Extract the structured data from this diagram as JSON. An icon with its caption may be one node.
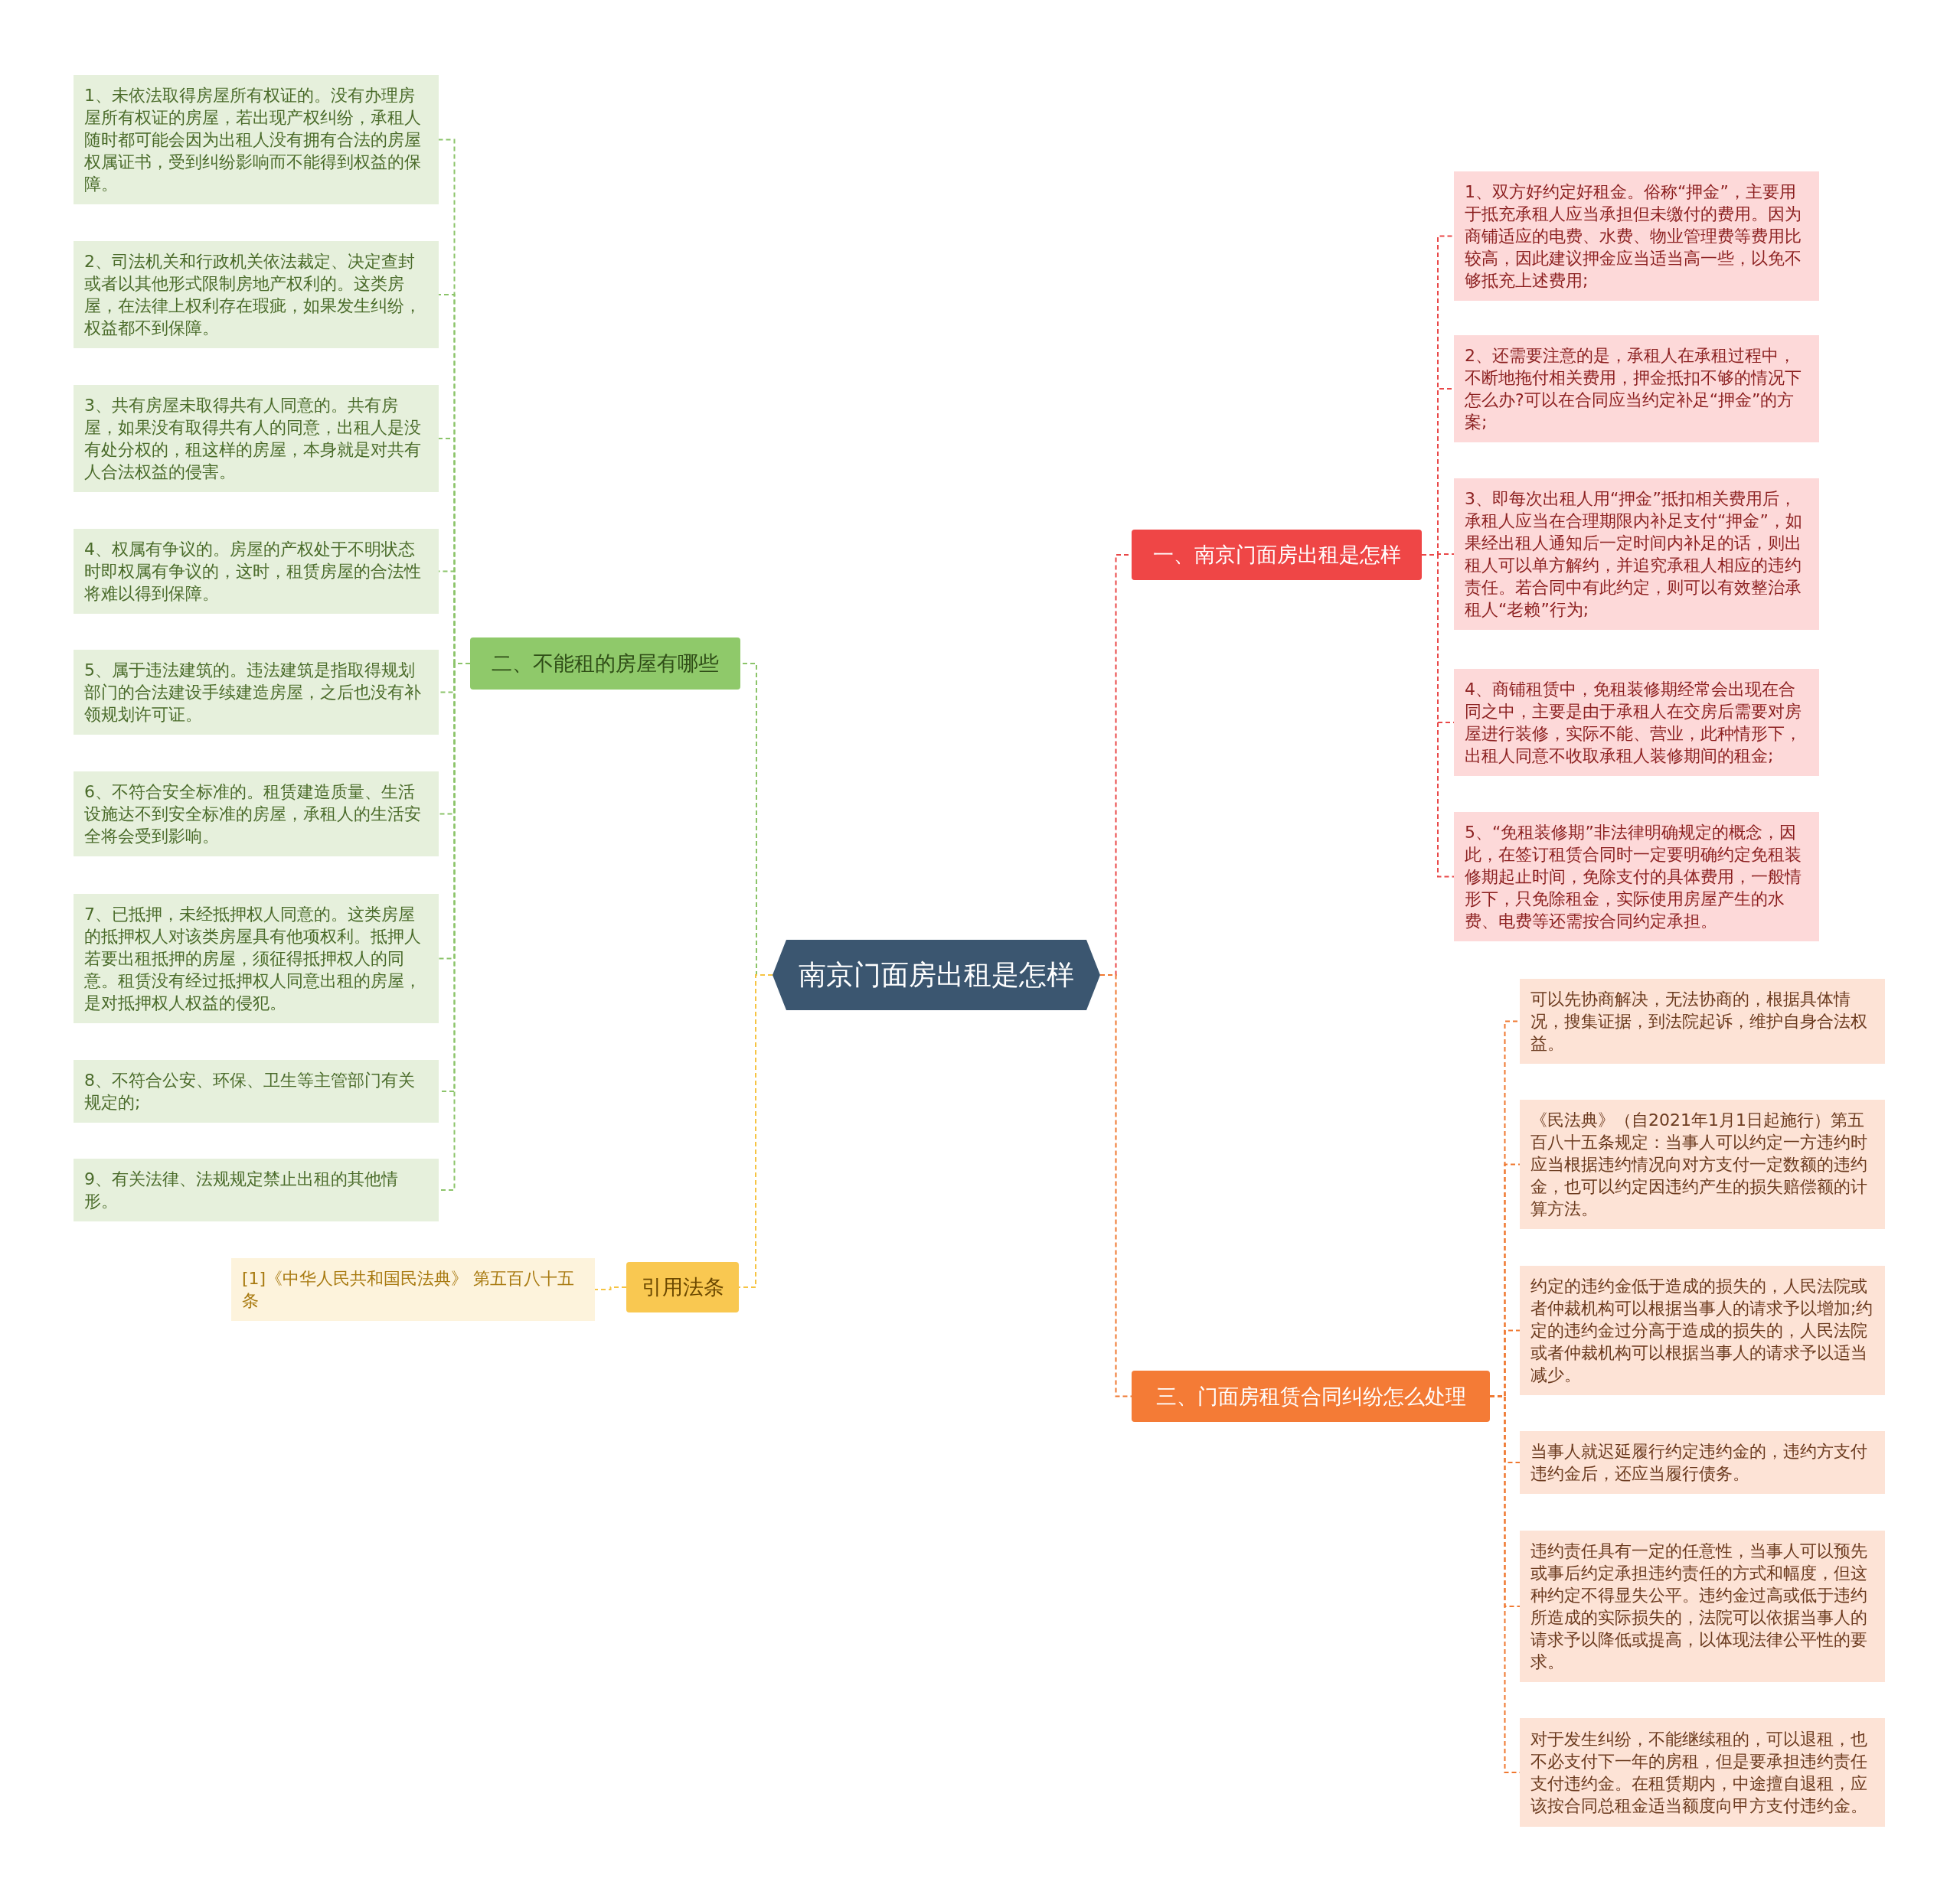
{
  "diagram": {
    "nodes": [
      {
        "text": [
          "南京门面房出租是怎样"
        ]
      },
      {
        "text": [
          "一、南京门面房出租是怎样"
        ]
      },
      {
        "text": [
          "1、双方好约定好租金。俗称“押金”，主要用于抵充承租人应当承担但未缴付的费用。因为商铺适应的电费、水费、物业管理费等费用比较高，因此建议押金应当适当高一些，以免不够抵充上述费用;"
        ]
      },
      {
        "text": [
          "2、还需要注意的是，承租人在承租过程中，不断地拖付相关费用，押金抵扣不够的情况下怎么办?可以在合同应当约定补足“押金”的方案;"
        ]
      },
      {
        "text": [
          "3、即每次出租人用“押金”抵扣相关费用后，承租人应当在合理期限内补足支付“押金”，如果经出租人通知后一定时间内补足的话，则出租人可以单方解约，并追究承租人相应的违约责任。若合同中有此约定，则可以有效整治承租人“老赖”行为;"
        ]
      },
      {
        "text": [
          "4、商铺租赁中，免租装修期经常会出现在合同之中，主要是由于承租人在交房后需要对房屋进行装修，实际不能、营业，此种情形下，出租人同意不收取承租人装修期间的租金;"
        ]
      },
      {
        "text": [
          "5、“免租装修期”非法律明确规定的概念，因此，在签订租赁合同时一定要明确约定免租装修期起止时间，免除支付的具体费用，一般情形下，只免除租金，实际使用房屋产生的水费、电费等还需按合同约定承担。"
        ]
      },
      {
        "text": [
          "二、不能租的房屋有哪些"
        ]
      },
      {
        "text": [
          "1、未依法取得房屋所有权证的。没有办理房屋所有权证的房屋，若出现产权纠纷，承租人随时都可能会因为出租人没有拥有合法的房屋权属证书，受到纠纷影响而不能得到权益的保障。"
        ]
      },
      {
        "text": [
          "2、司法机关和行政机关依法裁定、决定查封或者以其他形式限制房地产权利的。这类房屋，在法律上权利存在瑕疵，如果发生纠纷，权益都不到保障。"
        ]
      },
      {
        "text": [
          "3、共有房屋未取得共有人同意的。共有房屋，如果没有取得共有人的同意，出租人是没有处分权的，租这样的房屋，本身就是对共有人合法权益的侵害。"
        ]
      },
      {
        "text": [
          "4、权属有争议的。房屋的产权处于不明状态时即权属有争议的，这时，租赁房屋的合法性将难以得到保障。"
        ]
      },
      {
        "text": [
          "5、属于违法建筑的。违法建筑是指取得规划部门的合法建设手续建造房屋，之后也没有补领规划许可证。"
        ]
      },
      {
        "text": [
          "6、不符合安全标准的。租赁建造质量、生活设施达不到安全标准的房屋，承租人的生活安全将会受到影响。"
        ]
      },
      {
        "text": [
          "7、已抵押，未经抵押权人同意的。这类房屋的抵押权人对该类房屋具有他项权利。抵押人若要出租抵押的房屋，须征得抵押权人的同意。租赁没有经过抵押权人同意出租的房屋，是对抵押权人权益的侵犯。"
        ]
      },
      {
        "text": [
          "8、不符合公安、环保、卫生等主管部门有关规定的;"
        ]
      },
      {
        "text": [
          "9、有关法律、法规规定禁止出租的其他情形。"
        ]
      },
      {
        "text": [
          "三、门面房租赁合同纠纷怎么处理"
        ]
      },
      {
        "text": [
          "可以先协商解决，无法协商的，根据具体情况，搜集证据，到法院起诉，维护自身合法权益。"
        ]
      },
      {
        "text": [
          "《民法典》（自2021年1月1日起施行）第五百八十五条规定：当事人可以约定一方违约时应当根据违约情况向对方支付一定数额的违约金，也可以约定因违约产生的损失赔偿额的计算方法。"
        ]
      },
      {
        "text": [
          "约定的违约金低于造成的损失的，人民法院或者仲裁机构可以根据当事人的请求予以增加;约定的违约金过分高于造成的损失的，人民法院或者仲裁机构可以根据当事人的请求予以适当减少。"
        ]
      },
      {
        "text": [
          "当事人就迟延履行约定违约金的，违约方支付违约金后，还应当履行债务。"
        ]
      },
      {
        "text": [
          "违约责任具有一定的任意性，当事人可以预先或事后约定承担违约责任的方式和幅度，但这种约定不得显失公平。违约金过高或低于违约所造成的实际损失的，法院可以依据当事人的请求予以降低或提高，以体现法律公平性的要求。"
        ]
      },
      {
        "text": [
          "对于发生纠纷，不能继续租的，可以退租，也不必支付下一年的房租，但是要承担违约责任支付违约金。在租赁期内，中途擅自退租，应该按合同总租金适当额度向甲方支付违约金。"
        ]
      },
      {
        "text": [
          "引用法条"
        ]
      },
      {
        "text": [
          "[1]《中华人民共和国民法典》 第五百八十五条"
        ]
      }
    ],
    "edges": [
      {
        "from": 0,
        "to": 1,
        "arrow": "none",
        "style": "dashed",
        "color": "#e94848"
      },
      {
        "from": 1,
        "to": 2,
        "arrow": "none",
        "style": "dashed",
        "color": "#e94848"
      },
      {
        "from": 1,
        "to": 3,
        "arrow": "none",
        "style": "dashed",
        "color": "#e94848"
      },
      {
        "from": 1,
        "to": 4,
        "arrow": "none",
        "style": "dashed",
        "color": "#e94848"
      },
      {
        "from": 1,
        "to": 5,
        "arrow": "none",
        "style": "dashed",
        "color": "#e94848"
      },
      {
        "from": 1,
        "to": 6,
        "arrow": "none",
        "style": "dashed",
        "color": "#e94848"
      },
      {
        "from": 0,
        "to": 7,
        "arrow": "none",
        "style": "dashed",
        "color": "#8cc46a"
      },
      {
        "from": 7,
        "to": 8,
        "arrow": "none",
        "style": "dashed",
        "color": "#8cc46a"
      },
      {
        "from": 7,
        "to": 9,
        "arrow": "none",
        "style": "dashed",
        "color": "#8cc46a"
      },
      {
        "from": 7,
        "to": 10,
        "arrow": "none",
        "style": "dashed",
        "color": "#8cc46a"
      },
      {
        "from": 7,
        "to": 11,
        "arrow": "none",
        "style": "dashed",
        "color": "#8cc46a"
      },
      {
        "from": 7,
        "to": 12,
        "arrow": "none",
        "style": "dashed",
        "color": "#8cc46a"
      },
      {
        "from": 7,
        "to": 13,
        "arrow": "none",
        "style": "dashed",
        "color": "#8cc46a"
      },
      {
        "from": 7,
        "to": 14,
        "arrow": "none",
        "style": "dashed",
        "color": "#8cc46a"
      },
      {
        "from": 7,
        "to": 15,
        "arrow": "none",
        "style": "dashed",
        "color": "#8cc46a"
      },
      {
        "from": 7,
        "to": 16,
        "arrow": "none",
        "style": "dashed",
        "color": "#8cc46a"
      },
      {
        "from": 0,
        "to": 17,
        "arrow": "none",
        "style": "dashed",
        "color": "#f07830"
      },
      {
        "from": 17,
        "to": 18,
        "arrow": "none",
        "style": "dashed",
        "color": "#f07830"
      },
      {
        "from": 17,
        "to": 19,
        "arrow": "none",
        "style": "dashed",
        "color": "#f07830"
      },
      {
        "from": 17,
        "to": 20,
        "arrow": "none",
        "style": "dashed",
        "color": "#f07830"
      },
      {
        "from": 17,
        "to": 21,
        "arrow": "none",
        "style": "dashed",
        "color": "#f07830"
      },
      {
        "from": 17,
        "to": 22,
        "arrow": "none",
        "style": "dashed",
        "color": "#f07830"
      },
      {
        "from": 17,
        "to": 23,
        "arrow": "none",
        "style": "dashed",
        "color": "#f07830"
      },
      {
        "from": 0,
        "to": 24,
        "arrow": "none",
        "style": "dashed",
        "color": "#f6c443"
      },
      {
        "from": 24,
        "to": 25,
        "arrow": "none",
        "style": "dashed",
        "color": "#f6c443"
      }
    ]
  }
}
